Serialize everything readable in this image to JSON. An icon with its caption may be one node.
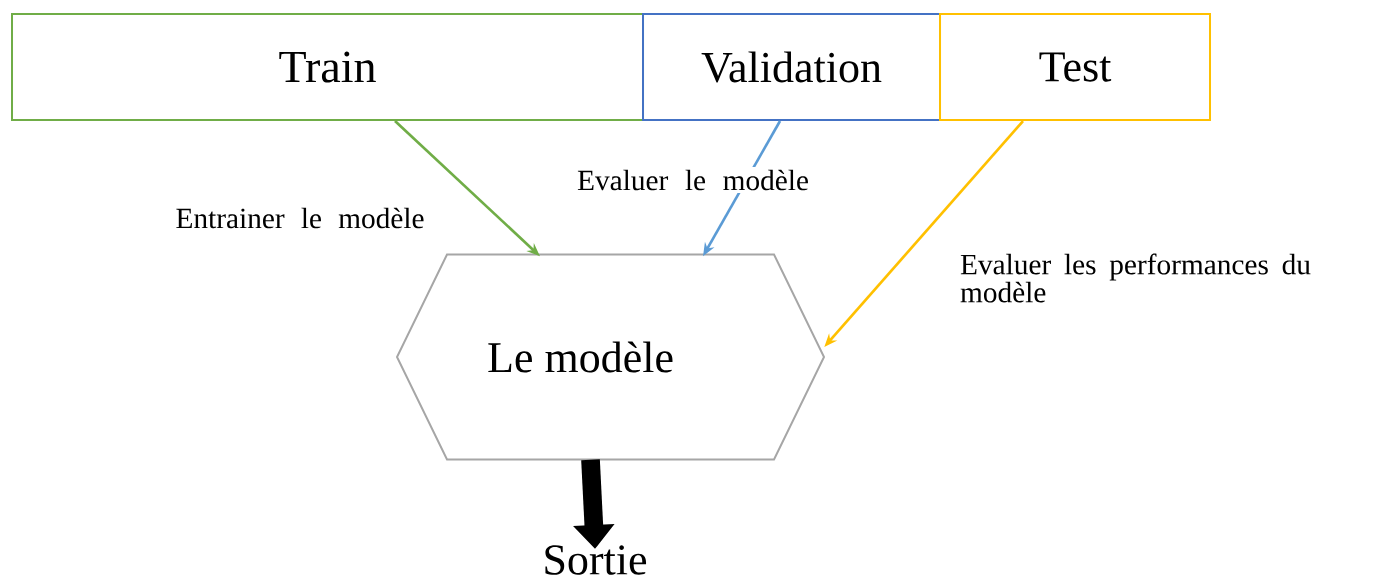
{
  "diagram": {
    "nodes": [
      {
        "text": [
          "Train"
        ]
      },
      {
        "text": [
          "Validation"
        ]
      },
      {
        "text": [
          "Test"
        ]
      },
      {
        "text": [
          "Le modèle"
        ]
      },
      {
        "text": [
          "Sortie"
        ]
      }
    ],
    "edges": [
      {
        "from": 0,
        "to": 3,
        "arrow": "to",
        "label": "Entrainer le modèle",
        "color": "#70ad47"
      },
      {
        "from": 1,
        "to": 3,
        "arrow": "to",
        "label": "Evaluer le modèle",
        "color": "#5b9bd5"
      },
      {
        "from": 2,
        "to": 3,
        "arrow": "to",
        "label": "Evaluer les performances du modèle",
        "color": "#ffc000"
      },
      {
        "from": 3,
        "to": 4,
        "arrow": "to",
        "style": "thick",
        "color": "#000000"
      }
    ]
  }
}
